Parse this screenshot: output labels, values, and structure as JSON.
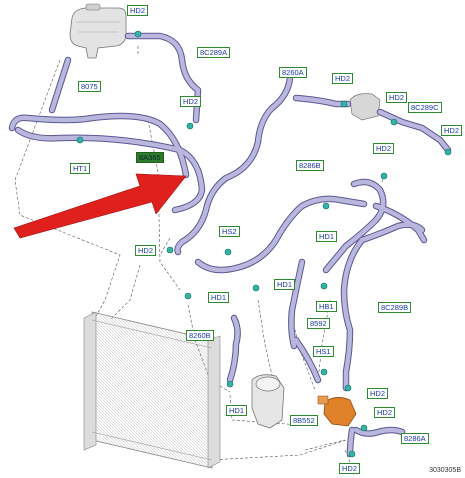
{
  "labels": {
    "hd2_top": "HD2",
    "hose_8c289a": "8C289A",
    "hose_8075": "8075",
    "hd2_left": "HD2",
    "ht1": "HT1",
    "hose_8a365": "8A365",
    "hose_8260a": "8260A",
    "hd2_reservoir": "HD2",
    "hd2_right": "HD2",
    "hose_8c289c": "8C289C",
    "hd2_far_right": "HD2",
    "hd2_mid_right": "HD2",
    "hose_8286b": "8286B",
    "hd1_upper": "HD1",
    "hs2": "HS2",
    "hd2_center_left": "HD2",
    "hd1_mid_left": "HD1",
    "hd1_center": "HD1",
    "hb1": "HB1",
    "hose_8c289b": "8C289B",
    "hose_8592": "8592",
    "hose_8260b": "8260B",
    "hs1": "HS1",
    "hd2_lower_right": "HD2",
    "hd1_bottom": "HD1",
    "hose_8b552": "8B552",
    "hd2_bottom_mid": "HD2",
    "hose_8286a": "8286A",
    "hd2_bottom": "HD2"
  },
  "document_ref": "3030305B",
  "colors": {
    "hose_fill": "#b9b7de",
    "hose_edge": "#5a5890",
    "label_border": "#2f8a2f",
    "label_text": "#1a3aa8",
    "highlight_label": "#2e7d2e",
    "arrow": "#e0201c",
    "clamp": "#2fb5a6",
    "pump": "#e0822a"
  }
}
